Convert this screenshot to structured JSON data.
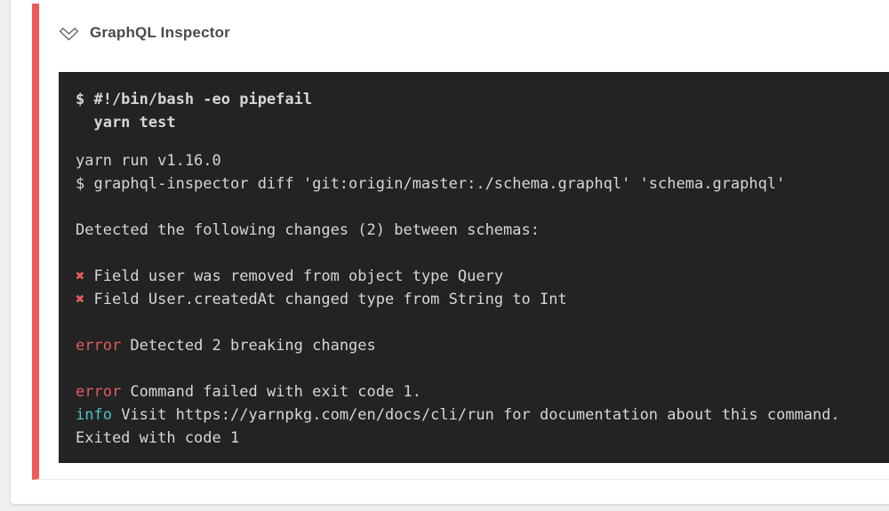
{
  "page": {
    "background_color": "#f0f0f0"
  },
  "step": {
    "title": "GraphQL Inspector",
    "accent_color": "#ef5b5b",
    "card_background": "#ffffff",
    "chevron_icon": "chevron-down-icon"
  },
  "terminal": {
    "background_color": "#232323",
    "default_text_color": "#d6d6d6",
    "command_text_color": "#f5f5f5",
    "error_color": "#e05e5d",
    "info_color": "#4fc1cb",
    "command_lines": [
      "$ #!/bin/bash -eo pipefail",
      "  yarn test"
    ],
    "output_lines": [
      [
        {
          "text": "yarn run v1.16.0",
          "color": "default"
        }
      ],
      [
        {
          "text": "$ graphql-inspector diff 'git:origin/master:./schema.graphql' 'schema.graphql'",
          "color": "default"
        }
      ],
      [],
      [
        {
          "text": "Detected the following changes (2) between schemas:",
          "color": "default"
        }
      ],
      [],
      [
        {
          "text": "✖ ",
          "color": "error"
        },
        {
          "text": "Field user was removed from object type Query",
          "color": "default"
        }
      ],
      [
        {
          "text": "✖ ",
          "color": "error"
        },
        {
          "text": "Field User.createdAt changed type from String to Int",
          "color": "default"
        }
      ],
      [],
      [
        {
          "text": "error",
          "color": "error"
        },
        {
          "text": " Detected 2 breaking changes",
          "color": "default"
        }
      ],
      [],
      [
        {
          "text": "error",
          "color": "error"
        },
        {
          "text": " Command failed with exit code 1.",
          "color": "default"
        }
      ],
      [
        {
          "text": "info",
          "color": "info"
        },
        {
          "text": " Visit https://yarnpkg.com/en/docs/cli/run for documentation about this command.",
          "color": "default"
        }
      ],
      [
        {
          "text": "Exited with code 1",
          "color": "default"
        }
      ]
    ]
  }
}
